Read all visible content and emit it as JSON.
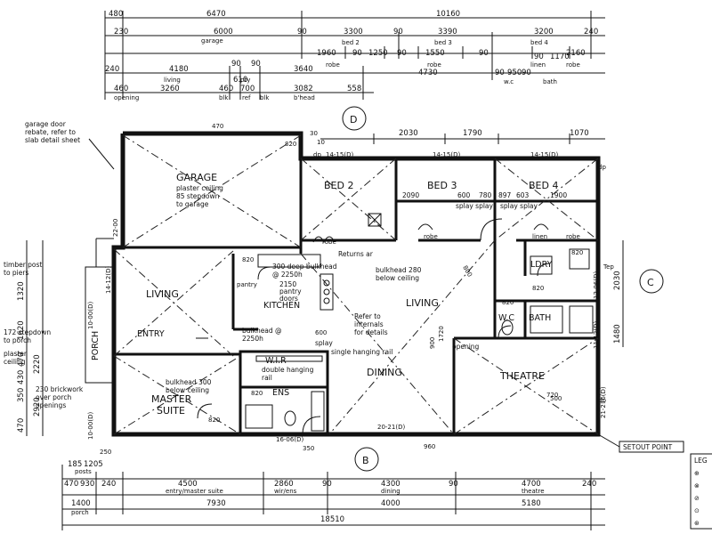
{
  "top_dims": {
    "row1": [
      "480",
      "6470",
      "10160"
    ],
    "row2": [
      "230",
      "6000",
      "90",
      "3300",
      "90",
      "3390",
      "3200",
      "240"
    ],
    "row2_labels": [
      "garage",
      "bed 2",
      "bed 3",
      "bed 4"
    ],
    "row3": [
      "1960",
      "90",
      "1250",
      "90",
      "1550",
      "90",
      "2160"
    ],
    "row3_labels": [
      "robe",
      "robe",
      "linen",
      "robe"
    ],
    "row3b": [
      "90",
      "1170"
    ],
    "row4": [
      "240",
      "4180",
      "90",
      "90",
      "3640",
      "4730",
      "90",
      "950",
      "90"
    ],
    "row4_labels": [
      "living",
      "pty",
      "w.c",
      "bath"
    ],
    "row5": [
      "460",
      "3260",
      "460",
      "610",
      "700",
      "3082",
      "558"
    ],
    "row5_labels": [
      "opening",
      "blk",
      "ref",
      "blk",
      "b'head"
    ]
  },
  "upper_dims": [
    "2030",
    "1790",
    "1070"
  ],
  "upper_small": [
    "30",
    "10",
    "470"
  ],
  "bottom_dims": {
    "row0": [
      "185",
      "1205"
    ],
    "row0b": [
      "posts"
    ],
    "row1": [
      "470",
      "930",
      "240",
      "4500",
      "2860",
      "90",
      "4300",
      "90",
      "4700",
      "240"
    ],
    "row1_labels": [
      "entry/master suite",
      "wir/ens",
      "dining",
      "theatre"
    ],
    "row2": [
      "1400",
      "7930",
      "4000",
      "5180"
    ],
    "row2_labels": [
      "porch"
    ],
    "total": "18510"
  },
  "left_dims": [
    "1320",
    "1620",
    "2220",
    "470",
    "350",
    "430",
    "2920",
    "470"
  ],
  "right_dims": [
    "2030",
    "1480"
  ],
  "rooms": {
    "garage": "GARAGE",
    "bed2": "BED 2",
    "bed3": "BED 3",
    "bed4": "BED 4",
    "living_left": "LIVING",
    "living_centre": "LIVING",
    "kitchen": "KITCHEN",
    "entry": "ENTRY",
    "porch": "PORCH",
    "wir": "W.I.R",
    "ens": "ENS",
    "master": "MASTER",
    "suite": "SUITE",
    "dining": "DINING",
    "theatre": "THEATRE",
    "wc": "W.C",
    "bath": "BATH",
    "ldry": "LDRY",
    "pantry": "pantry",
    "robe": "robe",
    "robe2": "robe",
    "linen": "linen",
    "robe3": "robe"
  },
  "notes": {
    "garage_door": [
      "garage door",
      "rebate, refer to",
      "slab detail sheet"
    ],
    "garage_ceiling": [
      "plaster ceiling",
      "85 stepdown",
      "to garage"
    ],
    "timber_post": [
      "timber post",
      "to piers"
    ],
    "stepdown": [
      "172 stepdown",
      "to porch"
    ],
    "plaster": [
      "plaster",
      "ceiling"
    ],
    "brickwork": [
      "230 brickwork",
      "over porch",
      "openings"
    ],
    "bulkhead_300": [
      "300 deep bulkhead",
      "@ 2250h"
    ],
    "pantry_doors": [
      "2150",
      "pantry",
      "doors"
    ],
    "returns": "Returns ar",
    "bulkhead_280": [
      "bulkhead 280",
      "below ceiling"
    ],
    "refer_internals": [
      "Refer to",
      "internals",
      "for details"
    ],
    "bulkhead_2250": [
      "bulkhead @",
      "2250h"
    ],
    "single_rail": "single hanging rail",
    "double_rail": [
      "double hanging",
      "rail"
    ],
    "bulkhead_300b": [
      "bulkhead 300",
      "below ceiling"
    ],
    "splay": "splay",
    "splay_bed": [
      "splay splay",
      "splay splay"
    ],
    "opening": "opening",
    "setout": "SETOUT POINT",
    "legend": "LEG"
  },
  "tags": {
    "d": "D",
    "c": "C",
    "b": "B",
    "dp": "dp",
    "tep": "Tep",
    "w1": "14-15(D)",
    "w2": "14-15(D)",
    "w3": "14-15(D)",
    "w4": "16-06(D)",
    "w5": "20-21(D)",
    "w6": "10-00(D)",
    "w7": "21-216(D)",
    "w8": "12-06(D)",
    "w9": "11-12(D)",
    "w10": "22-00",
    "w11": "10-00(D)",
    "w12": "14-12(D)",
    "d1": "820",
    "d2": "820",
    "d3": "820",
    "d4": "820",
    "d5": "820",
    "d6": "820",
    "d7": "720",
    "d8": "820",
    "bed3_dims": [
      "2090",
      "600",
      "780"
    ],
    "bed4_dims": [
      "897",
      "603",
      "1900"
    ],
    "opening_dims": [
      "800",
      "1720"
    ],
    "dim_900": "900",
    "dim_960": "960",
    "dim_600": "600",
    "dim_350": "350",
    "dim_250": "250",
    "dim_500": "500"
  }
}
